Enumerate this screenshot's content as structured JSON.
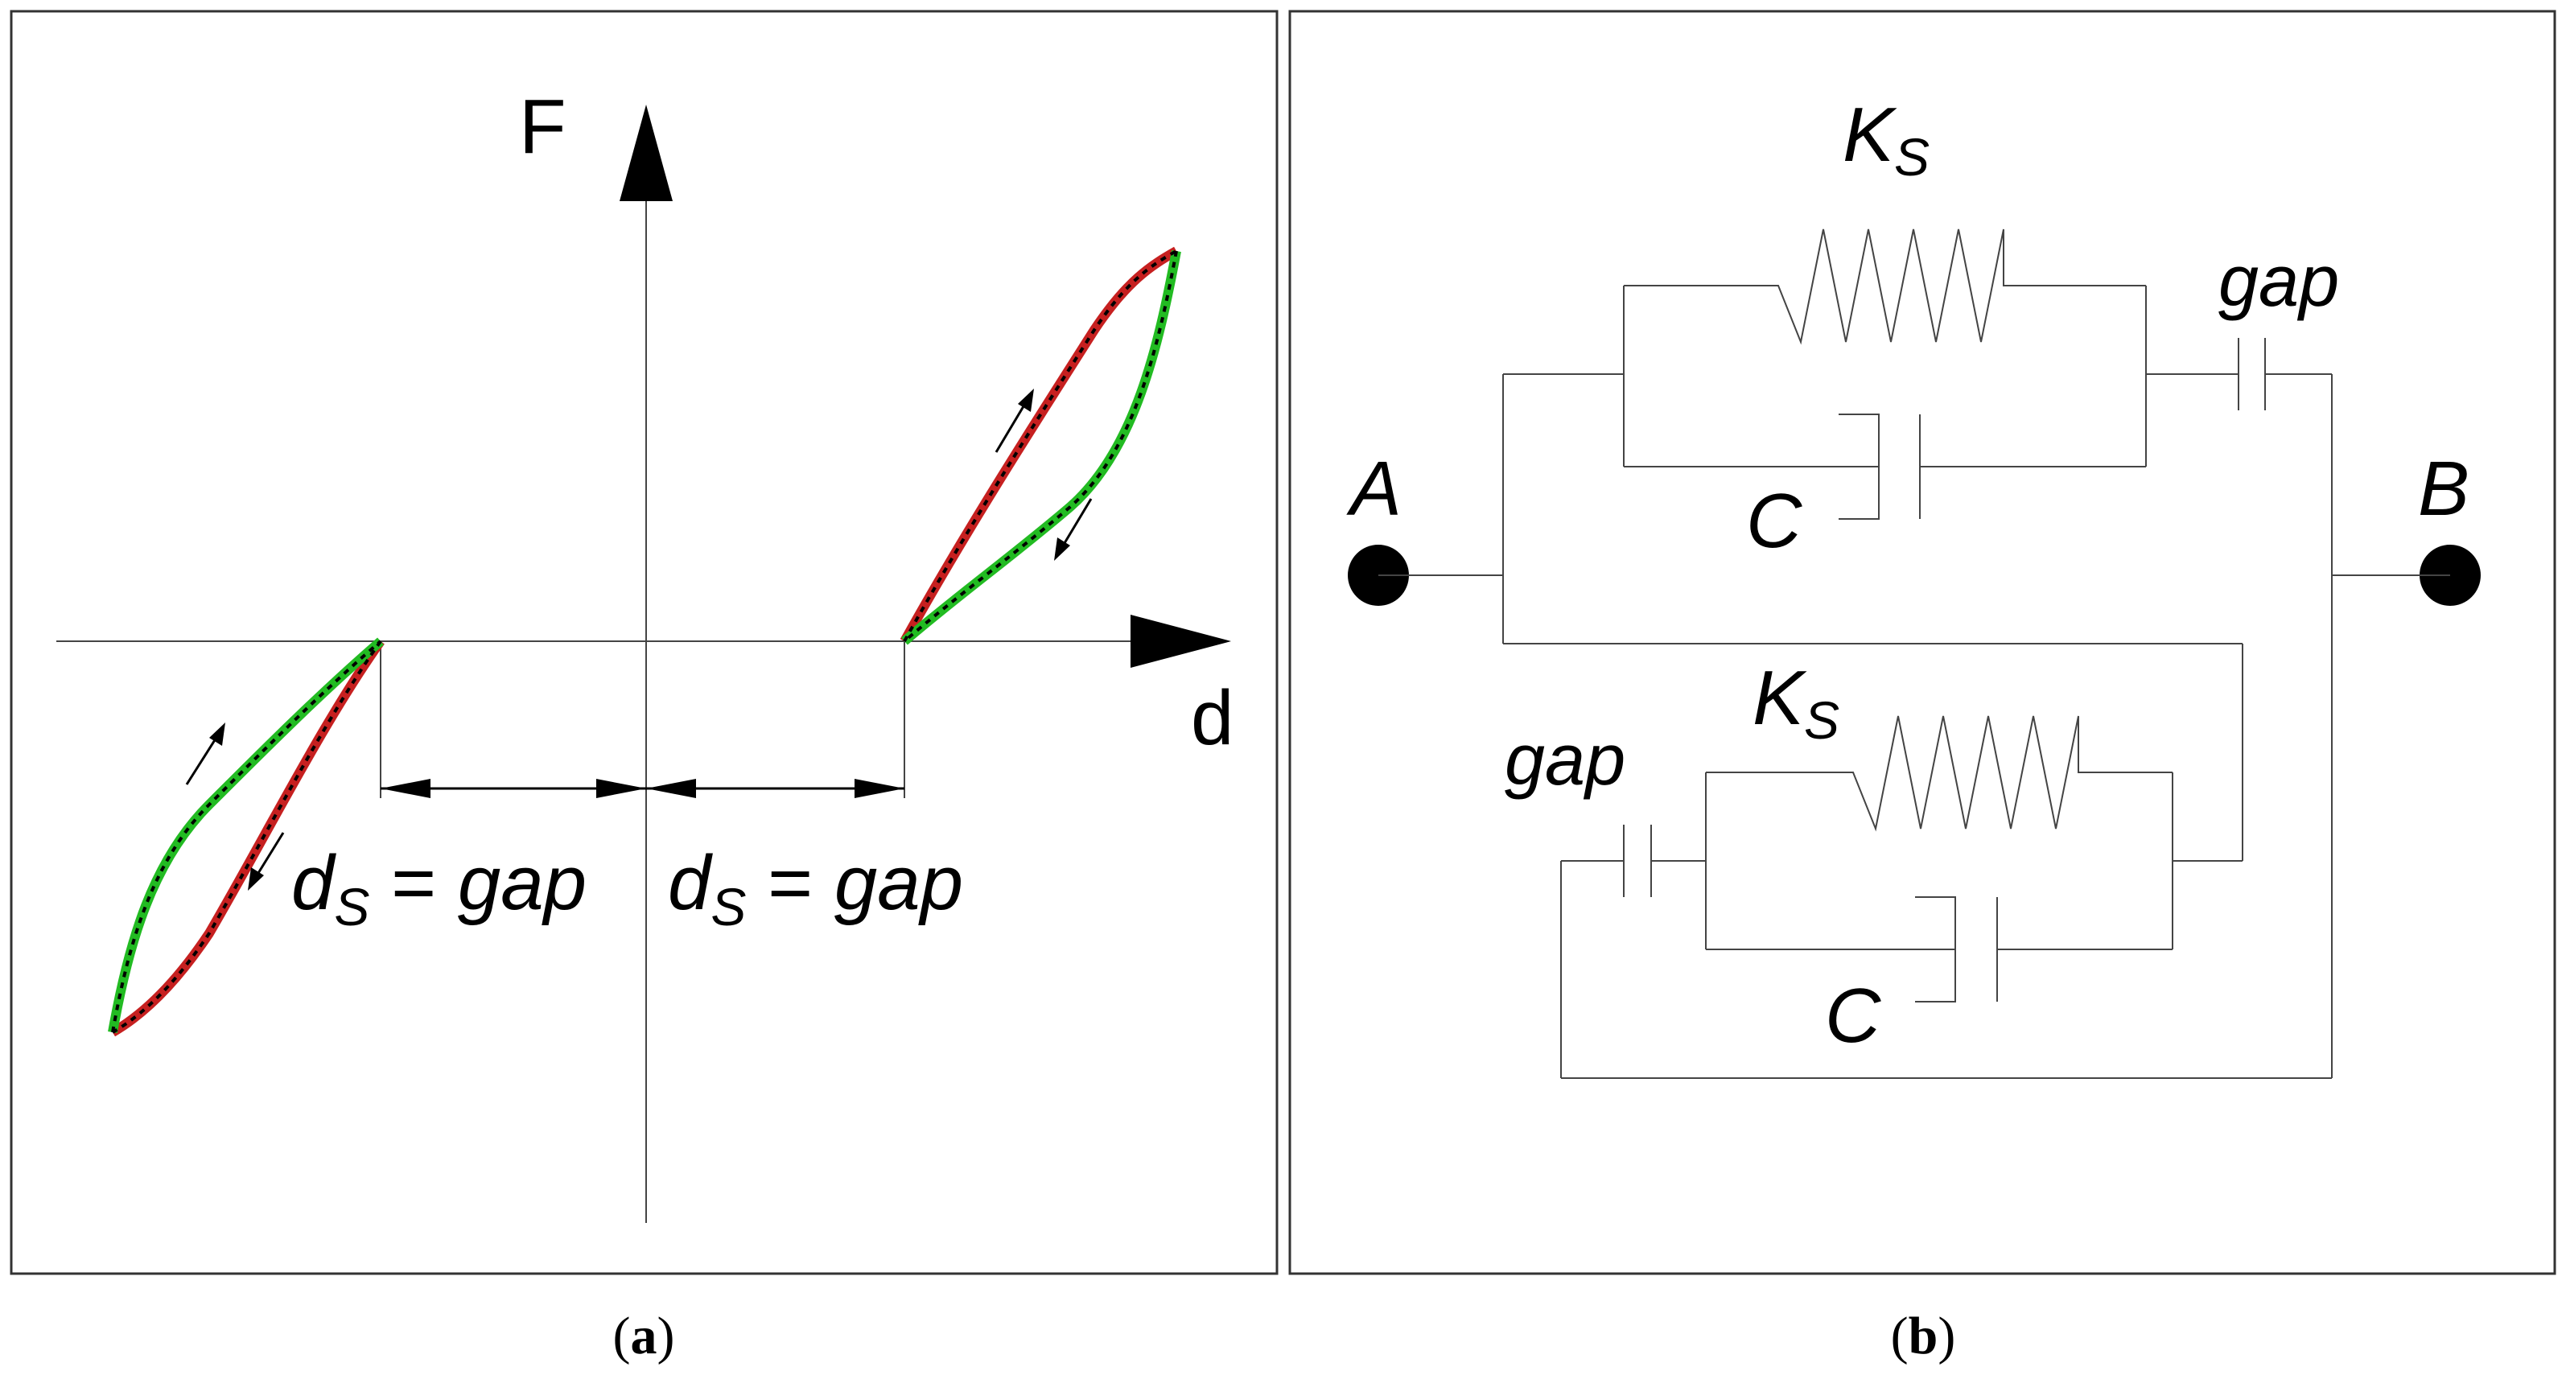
{
  "panel_a": {
    "y_axis_label": "F",
    "x_axis_label": "d",
    "dim_left_main": "d",
    "dim_left_sub": "S",
    "dim_left_rest": " = ",
    "dim_left_gap": "gap",
    "dim_right_main": "d",
    "dim_right_sub": "S",
    "dim_right_rest": " = ",
    "dim_right_gap": "gap",
    "caption_open": "(",
    "caption_letter": "a",
    "caption_close": ")",
    "colors": {
      "loading": "#c62020",
      "unloading": "#22bb22",
      "dash": "#000000"
    }
  },
  "panel_b": {
    "node_a": "A",
    "node_b": "B",
    "top_spring_main": "K",
    "top_spring_sub": "S",
    "top_damper": "C",
    "top_gap": "gap",
    "bottom_spring_main": "K",
    "bottom_spring_sub": "S",
    "bottom_damper": "C",
    "bottom_gap": "gap",
    "caption_open": "(",
    "caption_letter": "b",
    "caption_close": ")"
  }
}
